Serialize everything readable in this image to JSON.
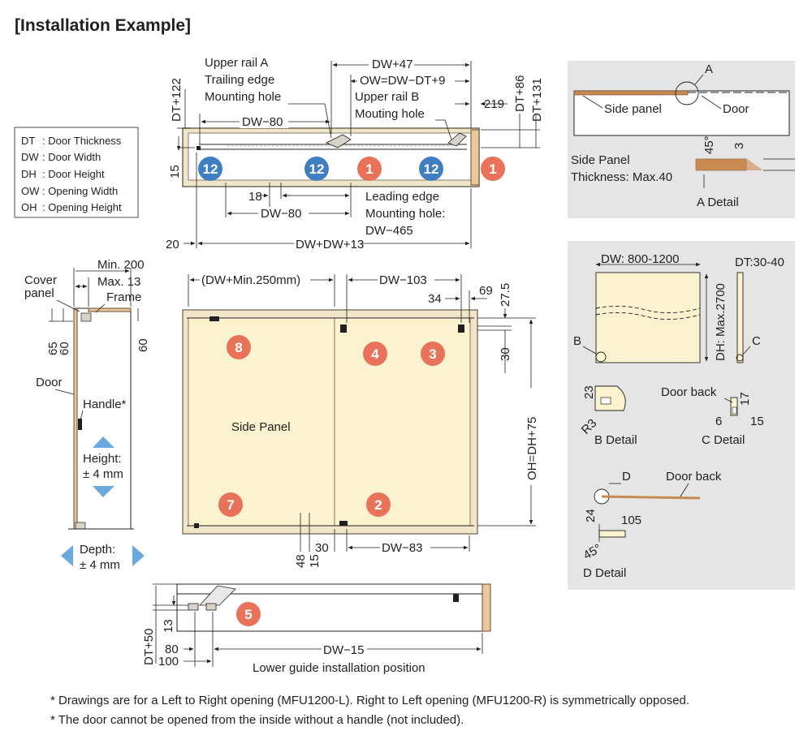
{
  "title": "[Installation Example]",
  "legend": [
    {
      "abbr": "DT",
      "label": ": Door Thickness"
    },
    {
      "abbr": "DW",
      "label": ": Door Width"
    },
    {
      "abbr": "DH",
      "label": ": Door Height"
    },
    {
      "abbr": "OW",
      "label": ": Opening Width"
    },
    {
      "abbr": "OH",
      "label": ": Opening Height"
    }
  ],
  "top_view": {
    "upper_rail_a": [
      "Upper rail A",
      "Trailing edge",
      "Mounting hole"
    ],
    "upper_rail_b": [
      "Upper rail B",
      "Mouting hole"
    ],
    "leading_edge": [
      "Leading edge",
      "Mounting hole:",
      "DW−465"
    ],
    "dims": {
      "dw47": "DW+47",
      "ow": "OW=DW−DT+9",
      "dw80_top": "DW−80",
      "dt122": "DT+122",
      "d219": "219",
      "dt86": "DT+86",
      "dt131": "DT+131",
      "d15": "15",
      "d18": "18",
      "dw80_bottom": "DW−80",
      "d20": "20",
      "dwdw13": "DW+DW+13"
    }
  },
  "side_section": {
    "cover_panel": [
      "Cover",
      "panel"
    ],
    "min200": "Min. 200",
    "max13": "Max. 13",
    "frame": "Frame",
    "d65": "65",
    "d60a": "60",
    "d60b": "60",
    "door": "Door",
    "handle": "Handle*",
    "height_adj": [
      "Height:",
      "± 4 mm"
    ],
    "depth_adj": [
      "Depth:",
      "± 4 mm"
    ]
  },
  "front_view": {
    "dw_min250": "(DW+Min.250mm)",
    "dw103": "DW−103",
    "d34": "34",
    "d69": "69",
    "d27_5": "27.5",
    "d30_right": "30",
    "oh": "OH=DH+75",
    "side_panel": "Side Panel",
    "d48": "48",
    "d15": "15",
    "d30_bottom": "30",
    "dw83": "DW−83"
  },
  "lower_guide": {
    "caption": "Lower guide installation position",
    "dt50": "DT+50",
    "d13": "13",
    "d80": "80",
    "d100": "100",
    "dw15": "DW−15"
  },
  "detail_a": {
    "label_a": "A",
    "side_panel": "Side panel",
    "door": "Door",
    "thickness": [
      "Side Panel",
      "Thickness: Max.40"
    ],
    "angle": "45°",
    "d3": "3",
    "caption": "A Detail"
  },
  "door_spec": {
    "dw": "DW: 800-1200",
    "dt": "DT:30-40",
    "dh": "DH: Max.2700",
    "label_b": "B",
    "label_c": "C",
    "b_d23": "23",
    "b_r3": "R3",
    "b_caption": "B Detail",
    "c_door_back": "Door back",
    "c_d17": "17",
    "c_d6": "6",
    "c_d15": "15",
    "c_caption": "C Detail",
    "label_d": "D",
    "d_door_back": "Door back",
    "d_d24": "24",
    "d_d105": "105",
    "d_angle": "45°",
    "d_caption": "D Detail"
  },
  "badges": {
    "b12a": "12",
    "b12b": "12",
    "b12c": "12",
    "b1a": "1",
    "b1b": "1",
    "b8": "8",
    "b4": "4",
    "b3": "3",
    "b7": "7",
    "b2": "2",
    "b5": "5"
  },
  "notes": [
    "* Drawings are for a Left to Right opening (MFU1200-L). Right to Left opening (MFU1200-R) is symmetrically opposed.",
    "* The door cannot be opened from the inside without a handle (not included)."
  ],
  "colors": {
    "badge_blue": "#3f7fc1",
    "badge_red": "#e8735a",
    "panel_fill": "#fbf3cf",
    "detail_bg": "#e5e5e5",
    "arrow_blue": "#6aa8de"
  }
}
